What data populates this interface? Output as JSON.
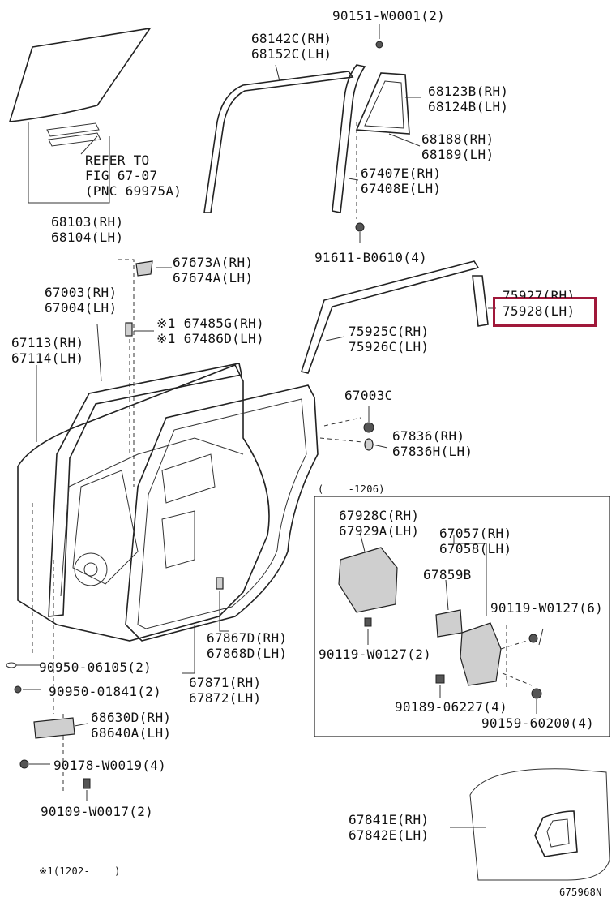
{
  "labels": {
    "p90151": "90151-W0001(2)",
    "p68142c": "68142C(RH)",
    "p68152c": "68152C(LH)",
    "p68123b": "68123B(RH)",
    "p68124b": "68124B(LH)",
    "p68188": "68188(RH)",
    "p68189": "68189(LH)",
    "p67407e": "67407E(RH)",
    "p67408e": "67408E(LH)",
    "refer1": "REFER TO",
    "refer2": "FIG 67-07",
    "refer3": "(PNC 69975A)",
    "p68103": "68103(RH)",
    "p68104": "68104(LH)",
    "p91611": "91611-B0610(4)",
    "p67673a": "67673A(RH)",
    "p67674a": "67674A(LH)",
    "p75927": "75927(RH)",
    "p75928": "75928(LH)",
    "p67003": "67003(RH)",
    "p67004": "67004(LH)",
    "p67485g": "※1 67485G(RH)",
    "p67486d": "※1 67486D(LH)",
    "p75925c": "75925C(RH)",
    "p75926c": "75926C(LH)",
    "p67113": "67113(RH)",
    "p67114": "67114(LH)",
    "p67003c": "67003C",
    "p67836": "67836(RH)",
    "p67836h": "67836H(LH)",
    "box_date": "(    -1206)",
    "p67928c": "67928C(RH)",
    "p67929a": "67929A(LH)",
    "p67057": "67057(RH)",
    "p67058": "67058(LH)",
    "p67859b": "67859B",
    "p90119a": "90119-W0127(6)",
    "p90119b": "90119-W0127(2)",
    "p67867d": "67867D(RH)",
    "p67868d": "67868D(LH)",
    "p90950a": "90950-06105(2)",
    "p67871": "67871(RH)",
    "p67872": "67872(LH)",
    "p90189": "90189-06227(4)",
    "p90950b": "90950-01841(2)",
    "p90159": "90159-60200(4)",
    "p68630d": "68630D(RH)",
    "p68640a": "68640A(LH)",
    "p90178": "90178-W0019(4)",
    "p90109": "90109-W0017(2)",
    "p67841e": "67841E(RH)",
    "p67842e": "67842E(LH)",
    "footnote": "※1(1202-    )",
    "figure_id": "675968N"
  },
  "highlight": {
    "part": "75928(LH)",
    "color": "#a0183a"
  }
}
